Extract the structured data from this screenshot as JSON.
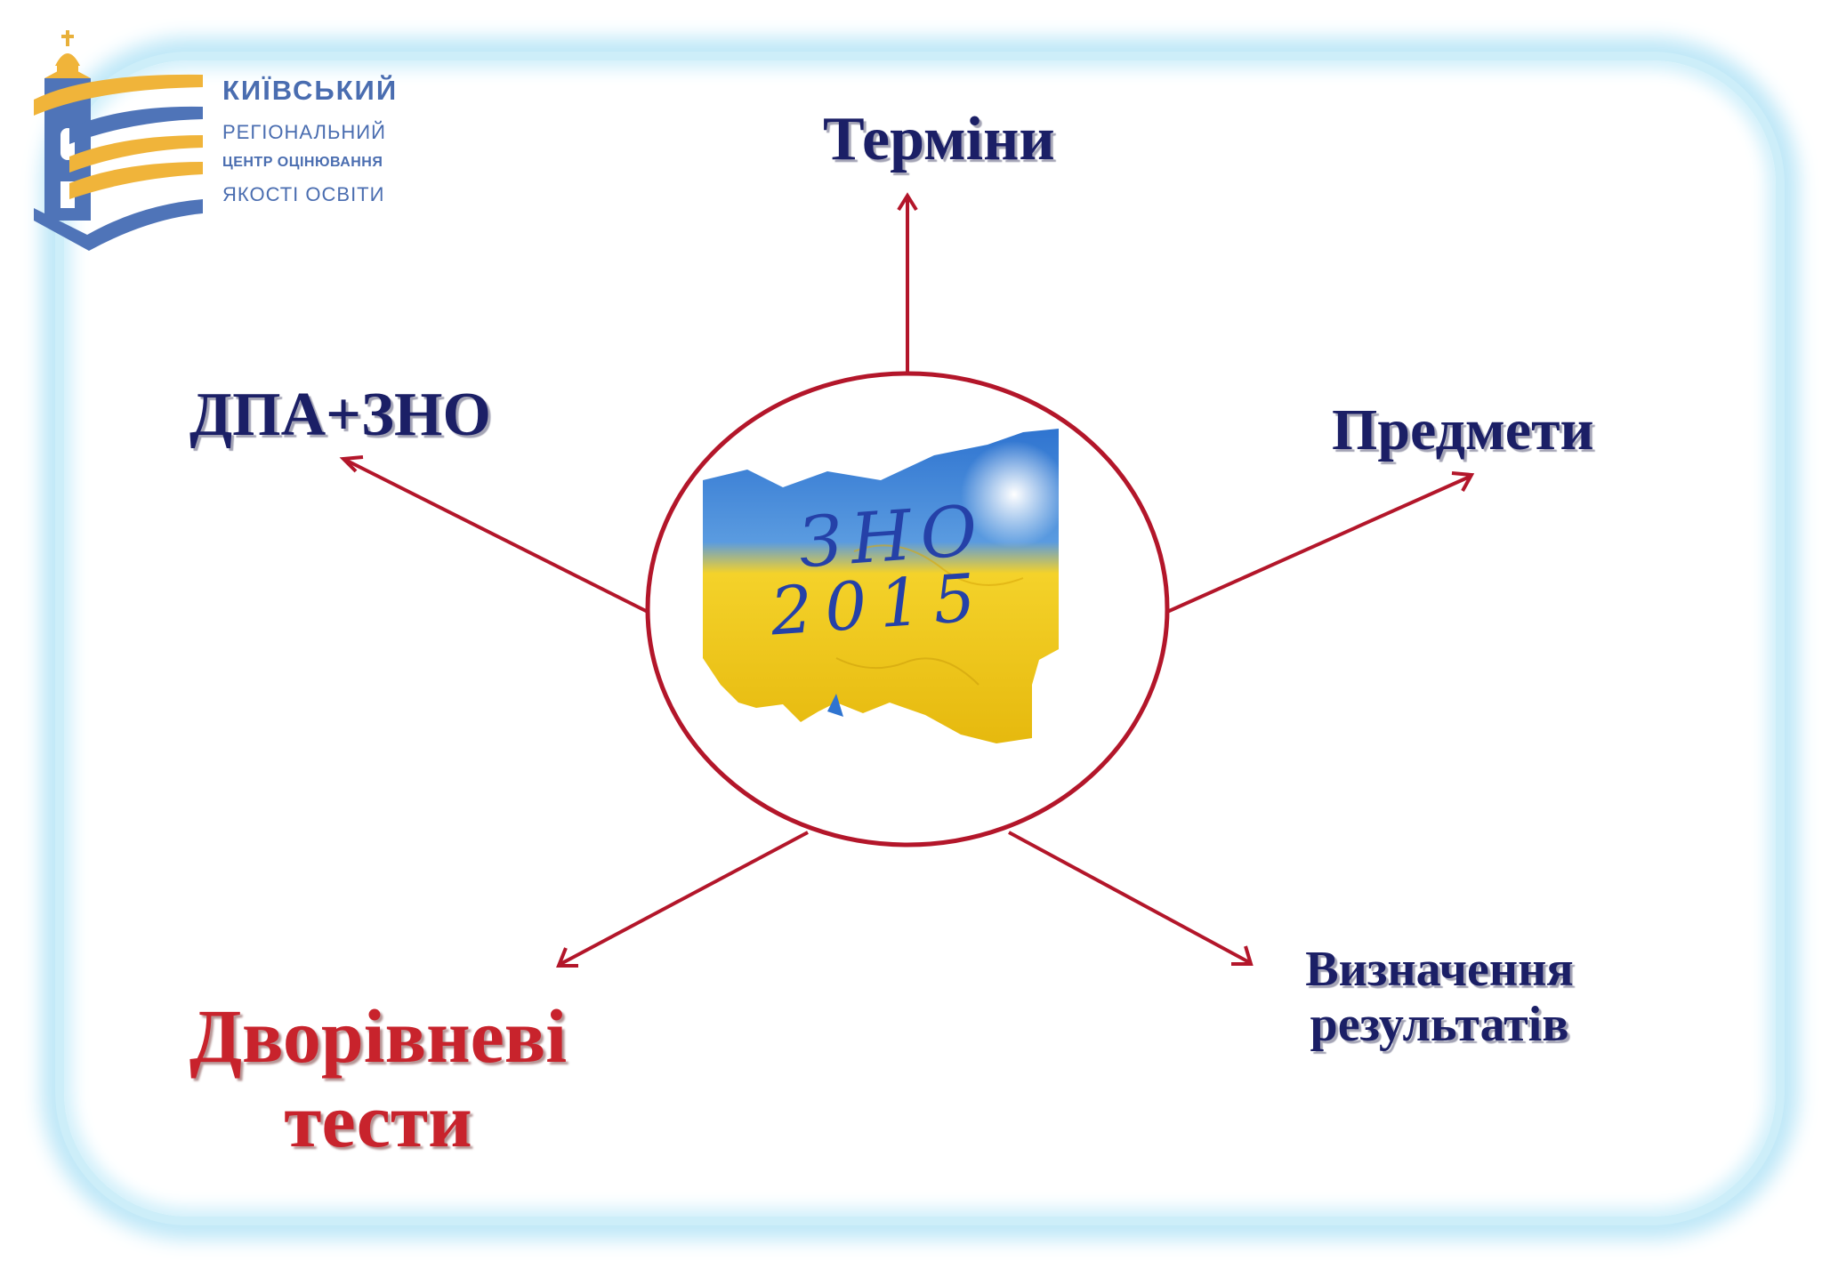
{
  "logo": {
    "line1": "КИЇВСЬКИЙ",
    "line2": "РЕГІОНАЛЬНИЙ",
    "line3": "ЦЕНТР ОЦІНЮВАННЯ",
    "line4": "ЯКОСТІ ОСВІТИ"
  },
  "center": {
    "line1": "ЗНО",
    "line2": "2015"
  },
  "nodes": {
    "terms": "Терміни",
    "dpa": "ДПА+ЗНО",
    "subjects": "Предмети",
    "results": {
      "line1": "Визначення",
      "line2": "результатів"
    },
    "tests": {
      "line1": "Дворівневі",
      "line2": "тести"
    }
  },
  "colors": {
    "circle_stroke": "#b3162a",
    "arrow_stroke": "#b3162a",
    "label_text": "#1b1f66",
    "highlight_text": "#c8232c",
    "flag_blue": "#3f86d8",
    "flag_yellow": "#f2c81e",
    "frame_glow": "#bfe8f8"
  }
}
